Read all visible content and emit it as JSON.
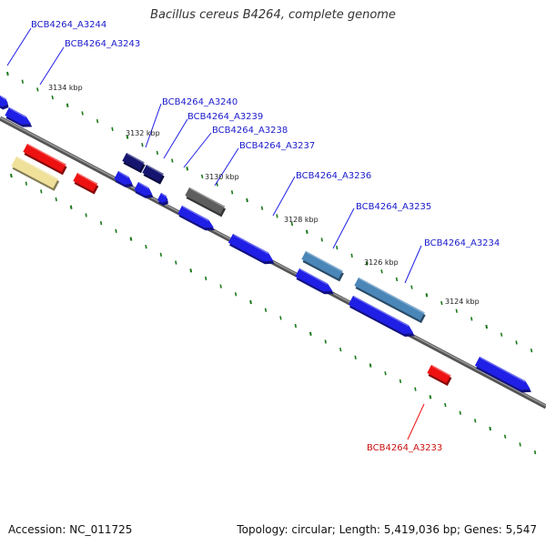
{
  "title": "Bacillus cereus B4264, complete genome",
  "footer": {
    "accession": "Accession: NC_011725",
    "topology": "Topology: circular; Length: 5,419,036 bp; Genes: 5,547"
  },
  "colors": {
    "backbone": "#777777",
    "tick": "#1a7a1a",
    "blue": "#1f1fe6",
    "navy": "#151570",
    "steel": "#4a86b8",
    "gray": "#5e5e5e",
    "red": "#ee1111",
    "khaki": "#efe09a",
    "label_blue": "#1a1acc",
    "label_red": "#cc1111"
  },
  "scale_labels": [
    "3134 kbp",
    "3132 kbp",
    "3130 kbp",
    "3128 kbp",
    "3126 kbp",
    "3124 kbp"
  ],
  "gene_labels": [
    {
      "name": "BCB4264_A3244",
      "color": "label_blue"
    },
    {
      "name": "BCB4264_A3243",
      "color": "label_blue"
    },
    {
      "name": "BCB4264_A3240",
      "color": "label_blue"
    },
    {
      "name": "BCB4264_A3239",
      "color": "label_blue"
    },
    {
      "name": "BCB4264_A3238",
      "color": "label_blue"
    },
    {
      "name": "BCB4264_A3237",
      "color": "label_blue"
    },
    {
      "name": "BCB4264_A3236",
      "color": "label_blue"
    },
    {
      "name": "BCB4264_A3235",
      "color": "label_blue"
    },
    {
      "name": "BCB4264_A3234",
      "color": "label_blue"
    },
    {
      "name": "BCB4264_A3233",
      "color": "label_red"
    }
  ]
}
